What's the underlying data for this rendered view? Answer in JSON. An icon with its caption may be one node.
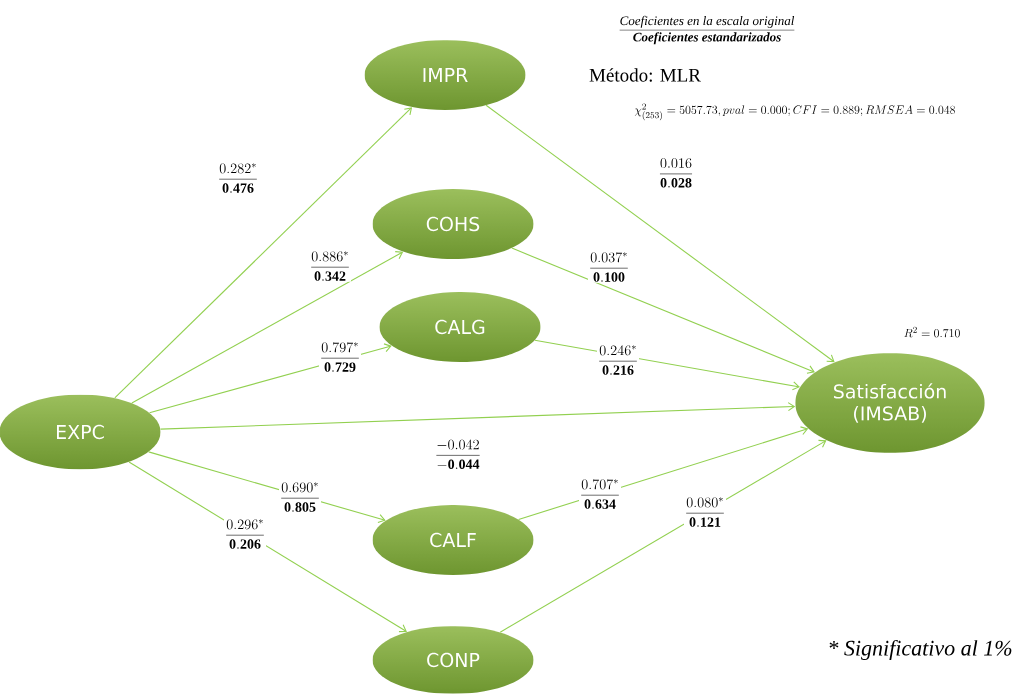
{
  "diagram": {
    "nodes": [
      {
        "text": [
          "IMPR"
        ]
      },
      {
        "text": [
          "COHS"
        ]
      },
      {
        "text": [
          "CALG"
        ]
      },
      {
        "text": [
          "Satisfacción (IMSAB)"
        ]
      },
      {
        "text": [
          "EXPC"
        ]
      },
      {
        "text": [
          "CALF"
        ]
      },
      {
        "text": [
          "CONP"
        ]
      }
    ],
    "edges": [
      {
        "from": 4,
        "to": 0,
        "arrow": "to",
        "label": "\\dfrac{0.282^{*}}{\\mathbf{0.476}}"
      },
      {
        "from": 4,
        "to": 1,
        "arrow": "to",
        "label": "\\dfrac{0.886^{*}}{\\mathbf{0.342}}"
      },
      {
        "from": 4,
        "to": 2,
        "arrow": "to",
        "label": "\\dfrac{0.797^{*}}{\\mathbf{0.729}}"
      },
      {
        "from": 4,
        "to": 3,
        "arrow": "to",
        "label": "\\dfrac{-0.042}{\\mathbf{-0.044}}"
      },
      {
        "from": 4,
        "to": 5,
        "arrow": "to",
        "label": "\\dfrac{0.690^{*}}{\\mathbf{0.805}}"
      },
      {
        "from": 4,
        "to": 6,
        "arrow": "to",
        "label": "\\dfrac{0.296^{*}}{\\mathbf{0.206}}"
      },
      {
        "from": 0,
        "to": 3,
        "arrow": "to",
        "label": "\\dfrac{0.016}{\\mathbf{0.028}}"
      },
      {
        "from": 1,
        "to": 3,
        "arrow": "to",
        "label": "\\dfrac{0.037^{*}}{\\mathbf{0.100}}"
      },
      {
        "from": 2,
        "to": 3,
        "arrow": "to",
        "label": "\\dfrac{0.246^{*}}{\\mathbf{0.216}}"
      },
      {
        "from": 5,
        "to": 3,
        "arrow": "to",
        "label": "\\dfrac{0.707^{*}}{\\mathbf{0.634}}"
      },
      {
        "from": 6,
        "to": 3,
        "arrow": "to",
        "label": "\\dfrac{0.080^{*}}{\\mathbf{0.121}}"
      }
    ],
    "labels": [
      "\\dfrac{\\textit{Coeficientes en la escala original}}{\\textbf{\\textit{Coeficientes estandarizados}}}",
      "Método: MLR",
      "\\chi^{2}_{(253)} = 5057.73, pval = 0.000; CFI = 0.889; RMSEA = 0.048",
      "R^{2} = 0.710",
      "* Significativo al 1%"
    ]
  }
}
